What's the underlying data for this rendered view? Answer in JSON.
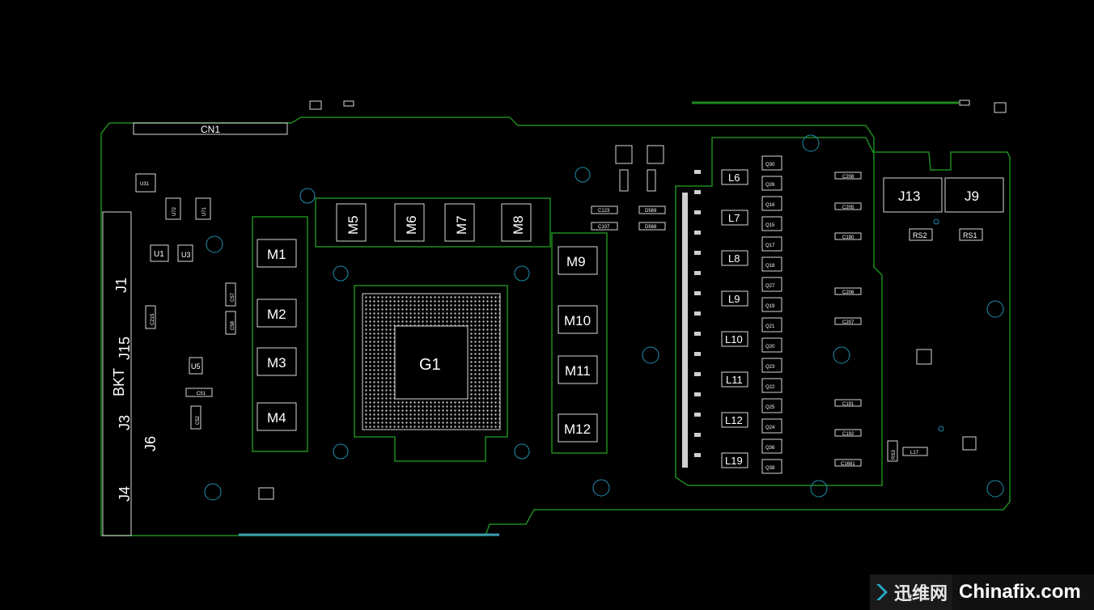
{
  "labels": {
    "cn1": "CN1",
    "j13": "J13",
    "j9": "J9",
    "j1": "J1",
    "j15": "J15",
    "bkt": "BKT",
    "j3": "J3",
    "j6": "J6",
    "j4": "J4",
    "u31": "U31",
    "u1": "U1",
    "u3": "U3",
    "u5": "U5",
    "u72": "U72",
    "u71": "U71",
    "g1": "G1",
    "m1": "M1",
    "m2": "M2",
    "m3": "M3",
    "m4": "M4",
    "m5": "M5",
    "m6": "M6",
    "m7": "M7",
    "m8": "M8",
    "m9": "M9",
    "m10": "M10",
    "m11": "M11",
    "m12": "M12",
    "l6": "L6",
    "l7": "L7",
    "l8": "L8",
    "l9": "L9",
    "l10": "L10",
    "l11": "L11",
    "l12": "L12",
    "l19": "L19",
    "q30": "Q30",
    "q26": "Q26",
    "q16": "Q16",
    "q15": "Q15",
    "q17": "Q17",
    "q18": "Q18",
    "q27": "Q27",
    "q19": "Q19",
    "q21": "Q21",
    "q20": "Q20",
    "q23": "Q23",
    "q22": "Q22",
    "q25": "Q25",
    "q24": "Q24",
    "q36": "Q36",
    "q38": "Q38",
    "rs2": "RS2",
    "rs1": "RS1",
    "rs3": "RS3",
    "l17": "L17",
    "c123": "C123",
    "c107": "C107",
    "d569": "D569",
    "d568": "D568",
    "c208": "C208",
    "c205": "C205",
    "c190": "C190",
    "c206": "C206",
    "c207": "C207",
    "c191": "C191",
    "c192": "C192",
    "c1681": "C1681",
    "c51": "C51",
    "c52": "C52",
    "c57": "C57",
    "c58": "C58",
    "c215": "C215"
  },
  "watermark": {
    "cn": "迅维网",
    "en": "Chinafix.com"
  },
  "colors": {
    "outline": "#1f8a1f",
    "component": "#d8d8d8",
    "text": "#ffffff",
    "via": "#1f8fae",
    "background": "#000000"
  }
}
